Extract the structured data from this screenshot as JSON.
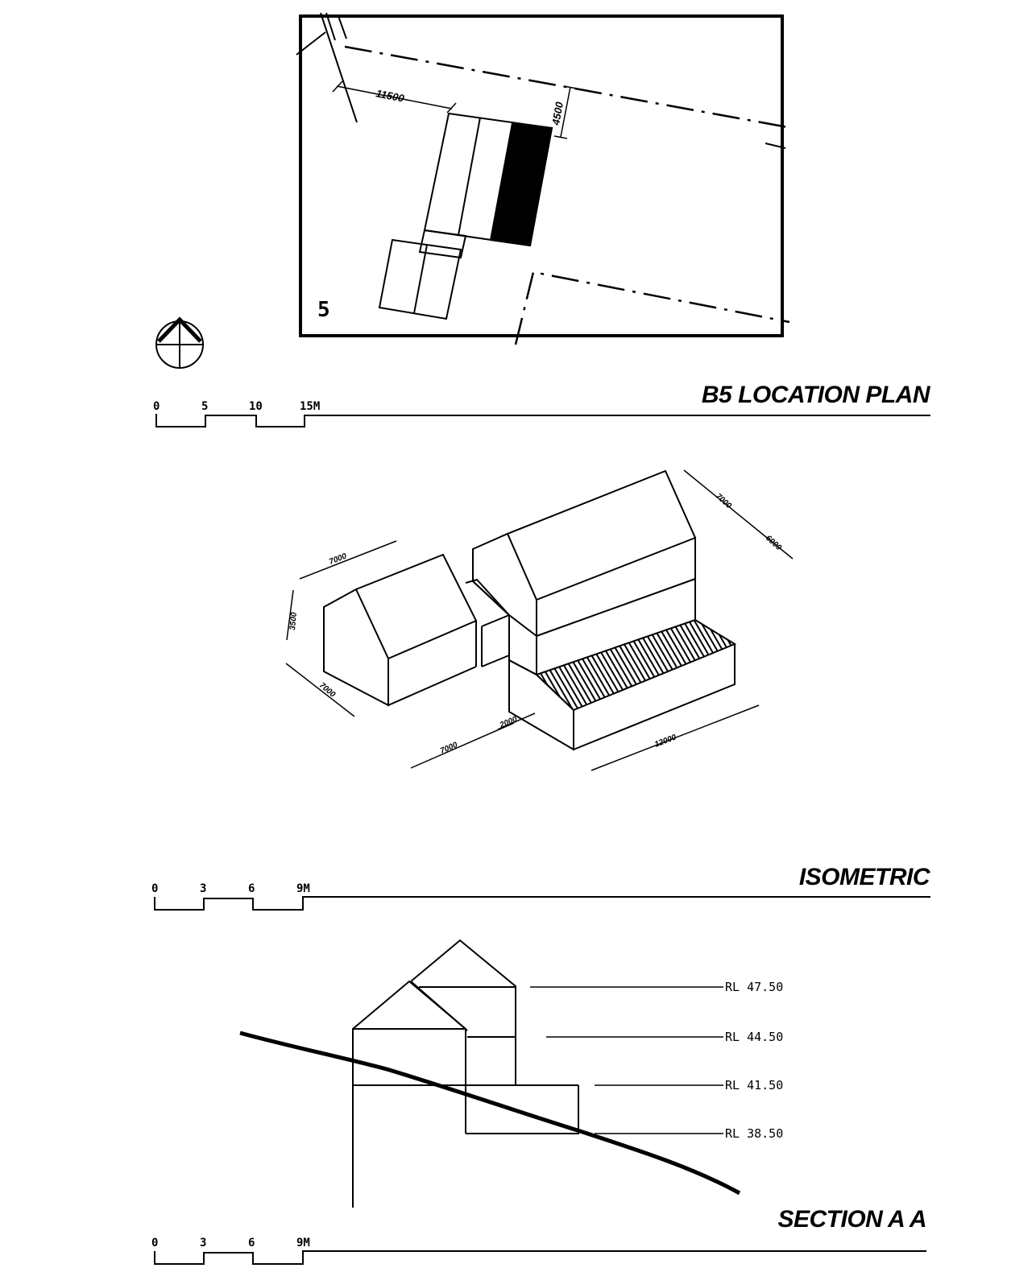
{
  "location_plan": {
    "title": "B5  LOCATION PLAN",
    "plot_number": "5",
    "dim_length": "11500",
    "dim_width": "4500",
    "scale_labels": [
      "0",
      "5",
      "10",
      "15M"
    ]
  },
  "isometric": {
    "title": "ISOMETRIC",
    "dims": {
      "left_top": "7000",
      "left_height": "3500",
      "left_side": "7000",
      "bottom_left": "7000",
      "bottom_link": "2000",
      "bottom_right": "12000",
      "right_top": "7000",
      "right_lower": "6000"
    },
    "scale_labels": [
      "0",
      "3",
      "6",
      "9M"
    ]
  },
  "section": {
    "title": "SECTION A A",
    "levels": [
      "RL  47.50",
      "RL  44.50",
      "RL  41.50",
      "RL  38.50"
    ],
    "scale_labels": [
      "0",
      "3",
      "6",
      "9M"
    ]
  },
  "colors": {
    "ink": "#000000",
    "paper": "#ffffff"
  }
}
